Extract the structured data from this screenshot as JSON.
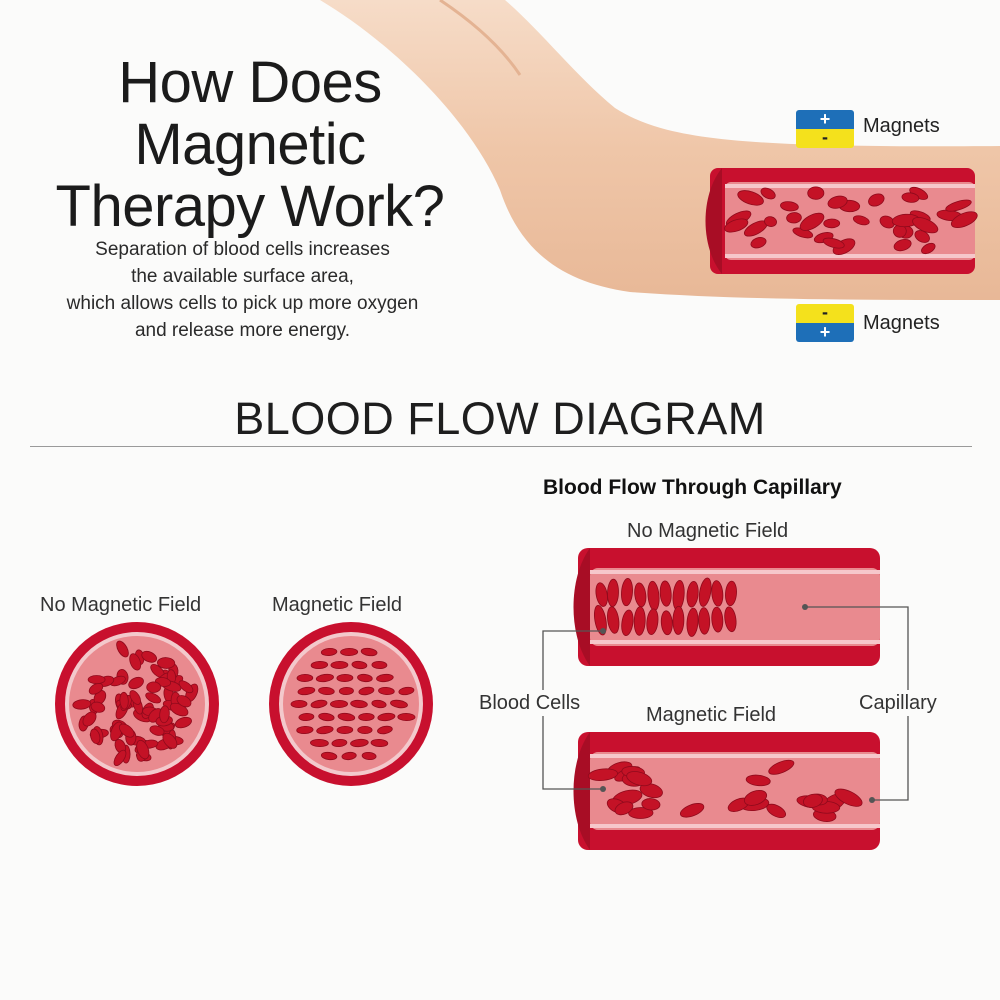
{
  "header": {
    "title_lines": [
      "How Does",
      "Magnetic",
      "Therapy Work?"
    ],
    "description_lines": [
      "Separation of blood cells increases",
      "the available surface area,",
      "which allows cells to pick up more oxygen",
      "and release more energy."
    ]
  },
  "magnets": {
    "top_label": "Magnets",
    "bottom_label": "Magnets",
    "plus_symbol": "+",
    "minus_symbol": "-"
  },
  "section": {
    "title": "BLOOD FLOW DIAGRAM"
  },
  "cross_sections": {
    "left_label": "No Magnetic Field",
    "right_label": "Magnetic Field"
  },
  "capillary_diagram": {
    "title": "Blood Flow Through Capillary",
    "top_vessel_label": "No Magnetic Field",
    "bottom_vessel_label": "Magnetic Field",
    "blood_cells_label": "Blood Cells",
    "capillary_label": "Capillary"
  },
  "colors": {
    "vessel_wall": "#c8102e",
    "vessel_inner": "#e98a8f",
    "blood_cell": "#c41226",
    "magnet_blue": "#1e6fb8",
    "magnet_yellow": "#f4e11c",
    "skin": "#efc6a8"
  }
}
